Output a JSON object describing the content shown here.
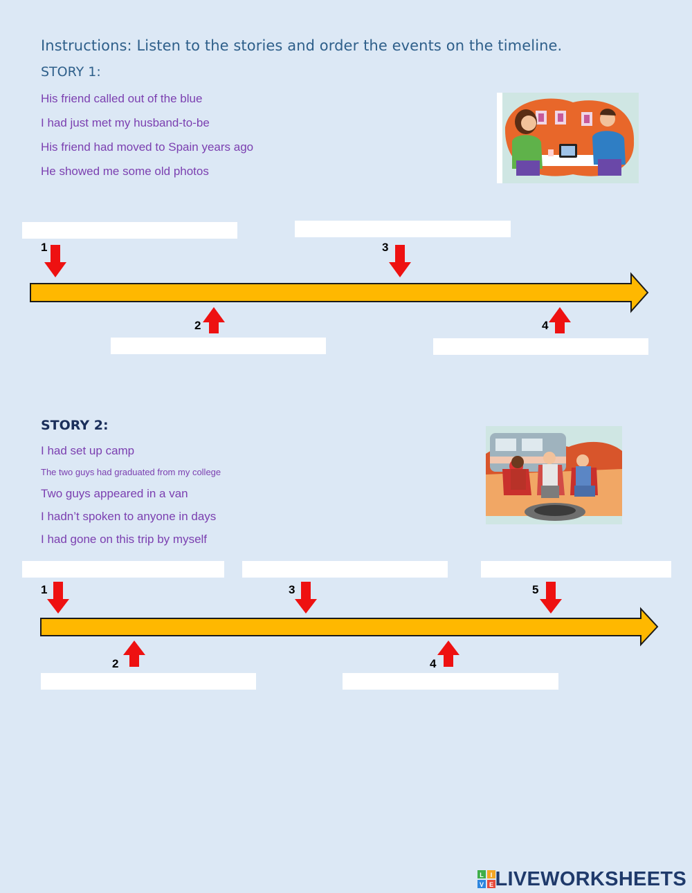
{
  "instructions": "Instructions: Listen to the stories and order the events on the timeline.",
  "story1": {
    "title": "STORY 1:",
    "events": [
      "His friend called out of the blue",
      "I had just met my husband-to-be",
      "His friend had moved to Spain years ago",
      "He showed me some old photos"
    ],
    "markers": [
      "1",
      "2",
      "3",
      "4"
    ],
    "answers": [
      "",
      "",
      "",
      ""
    ]
  },
  "story2": {
    "title": "STORY 2:",
    "events": [
      "I had set up camp",
      "The two guys had graduated from my college",
      "Two guys appeared in a van",
      "I hadn’t spoken to anyone in days",
      "I had gone on this trip by myself"
    ],
    "markers": [
      "1",
      "2",
      "3",
      "4",
      "5"
    ],
    "answers": [
      "",
      "",
      "",
      "",
      ""
    ]
  },
  "colors": {
    "background": "#dce8f5",
    "timeline_fill": "#ffb800",
    "arrow_red": "#ee1111",
    "event_text": "#7b3fb0",
    "heading": "#2e5f8a"
  },
  "logo": {
    "text": "LIVEWORKSHEETS",
    "badge_letters": [
      "L",
      "I",
      "V",
      "E"
    ]
  }
}
